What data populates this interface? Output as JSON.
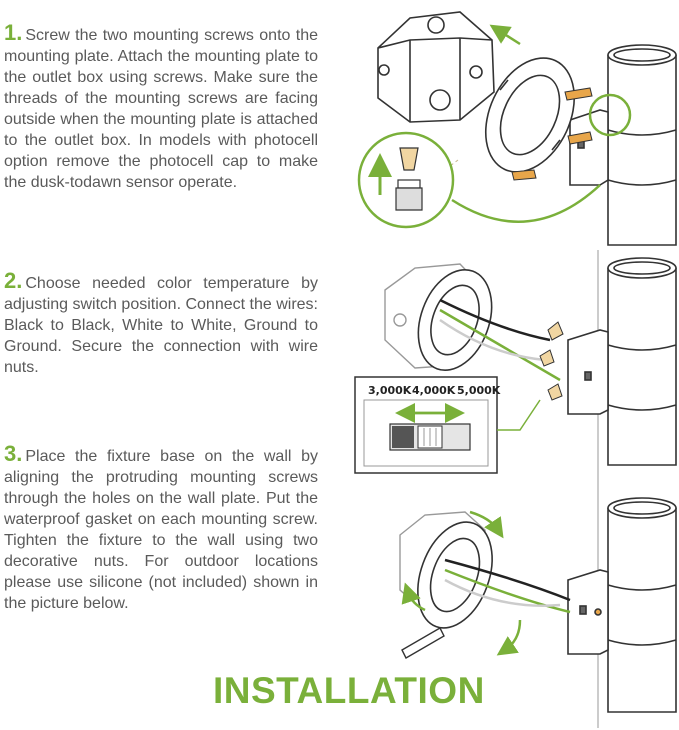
{
  "steps": [
    {
      "number": "1.",
      "text": "Screw the two mounting screws onto the mounting plate. Attach the mounting plate to the outlet box using screws. Make sure the threads of the mounting screws are facing outside when the mounting plate is attached to the outlet box. In models with photocell option remove the photocell cap to make the dusk-todawn sensor operate."
    },
    {
      "number": "2.",
      "text": "Choose needed color temperature by adjusting switch position. Connect the wires: Black to Black, White to White, Ground to Ground. Secure the connection with wire nuts."
    },
    {
      "number": "3.",
      "text": "Place the fixture base on the wall by aligning the protruding mounting screws through the holes on the wall plate. Put the waterproof gasket on each mounting screw. Tighten the fixture to the wall using two decorative nuts. For outdoor locations please use silicone (not included) shown in the picture below."
    }
  ],
  "color_switch": {
    "label_1": "3,000K",
    "label_2": "4,000K",
    "label_3": "5,000K"
  },
  "title": "INSTALLATION",
  "colors": {
    "accent_green": "#7ab03a",
    "screw_orange": "#e8a64a",
    "text_gray": "#5a5a5a"
  },
  "icons": [
    "outlet-box-icon",
    "mounting-plate-icon",
    "photocell-icon",
    "wall-fixture-icon",
    "switch-icon",
    "wire-nut-icon",
    "silicone-tube-icon"
  ]
}
